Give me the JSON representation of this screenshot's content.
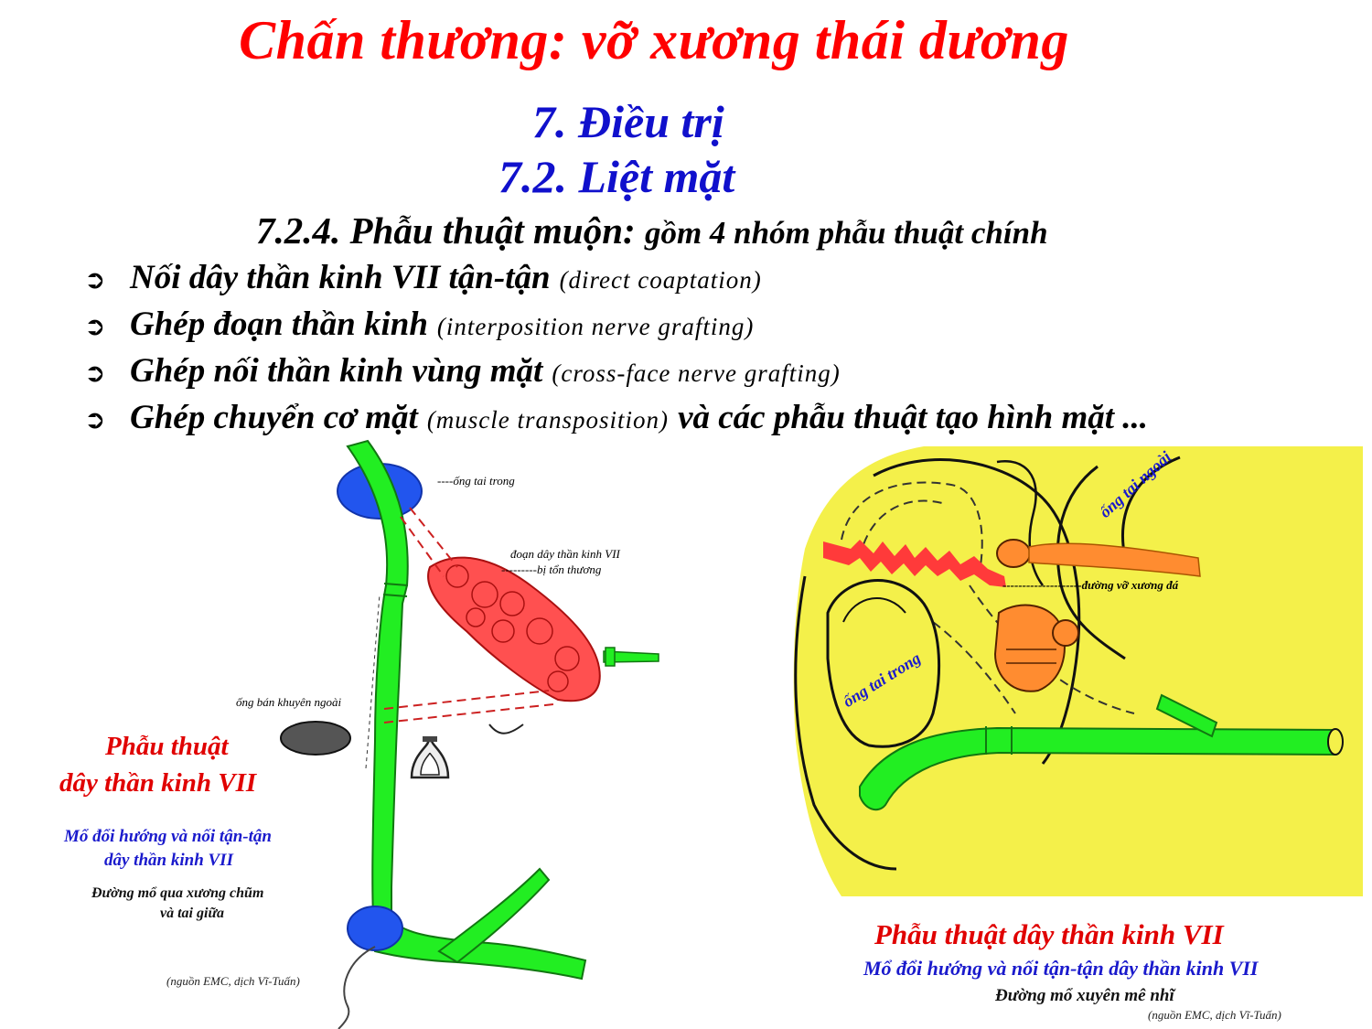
{
  "title": "Chấn thương: vỡ xương thái dương",
  "heading1": "7. Điều trị",
  "heading2": "7.2. Liệt mặt",
  "subheading": {
    "main": "7.2.4. Phẫu thuật muộn:",
    "rest": "gồm 4 nhóm phẫu thuật chính"
  },
  "bullet_icon": "arrow-right-circle-icon",
  "bullets": [
    {
      "main": "Nối dây thần kinh VII tận-tận",
      "paren": "(direct coaptation)",
      "tail": ""
    },
    {
      "main": "Ghép đoạn thần kinh",
      "paren": "(interposition nerve grafting)",
      "tail": ""
    },
    {
      "main": "Ghép nối thần kinh vùng mặt",
      "paren": "(cross-face nerve grafting)",
      "tail": ""
    },
    {
      "main": "Ghép chuyển cơ mặt",
      "paren": "(muscle transposition)",
      "tail": "và các phẫu thuật tạo hình mặt ..."
    }
  ],
  "left_figure": {
    "label_inner_canal": "----ống tai trong",
    "label_segment_1": "đoạn dây thần kinh VII",
    "label_segment_2": "---------bị tổn thương",
    "label_semicircular": "ống bán khuyên ngoài",
    "caption_red_1": "Phẫu thuật",
    "caption_red_2": "dây thần kinh VII",
    "caption_blue_1": "Mổ đổi hướng và nối tận-tận",
    "caption_blue_2": "dây thần kinh VII",
    "caption_black_1": "Đường mổ qua xương chũm",
    "caption_black_2": "và tai giữa",
    "source": "(nguồn EMC, dịch Vĩ-Tuấn)"
  },
  "right_figure": {
    "label_outer_canal": "ống tai ngoài",
    "label_fracture": "--------------------đường vỡ xương đá",
    "label_inner_canal": "ống tai trong",
    "caption_red": "Phẫu thuật dây thần kinh VII",
    "caption_blue": "Mổ đổi hướng và nối tận-tận dây thần kinh VII",
    "caption_black": "Đường mổ xuyên mê nhĩ",
    "source": "(nguồn EMC, dịch Vĩ-Tuấn)"
  },
  "colors": {
    "title": "#ff0000",
    "heading": "#1010cc",
    "nerve": "#22ee22",
    "background_yellow": "#f4f04a",
    "damaged_segment": "#ff5050",
    "ossicle": "#ff8c30"
  }
}
